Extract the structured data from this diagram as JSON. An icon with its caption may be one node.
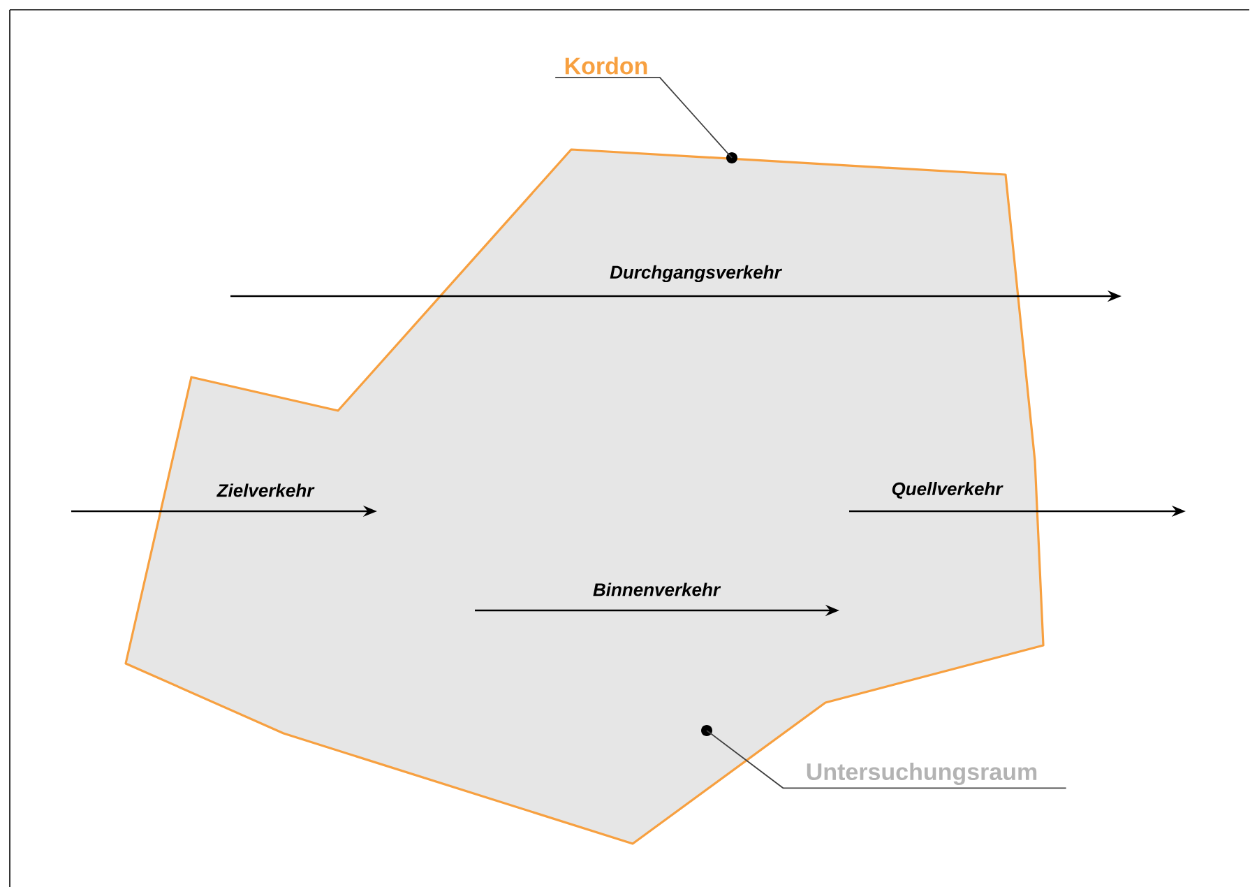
{
  "diagram": {
    "nodes": [
      {
        "text": [
          "Kordon"
        ]
      },
      {
        "text": [],
        "shape": "circle"
      },
      {
        "text": [
          "Untersuchungsraum"
        ]
      },
      {
        "text": [],
        "shape": "circle"
      }
    ],
    "edges": [
      {
        "from": 0,
        "to": 1,
        "arrow": "none"
      },
      {
        "from": 2,
        "to": 3,
        "arrow": "none"
      }
    ],
    "labels": [
      "Durchgangsverkehr",
      "Zielverkehr",
      "Quellverkehr",
      "Binnenverkehr"
    ]
  }
}
